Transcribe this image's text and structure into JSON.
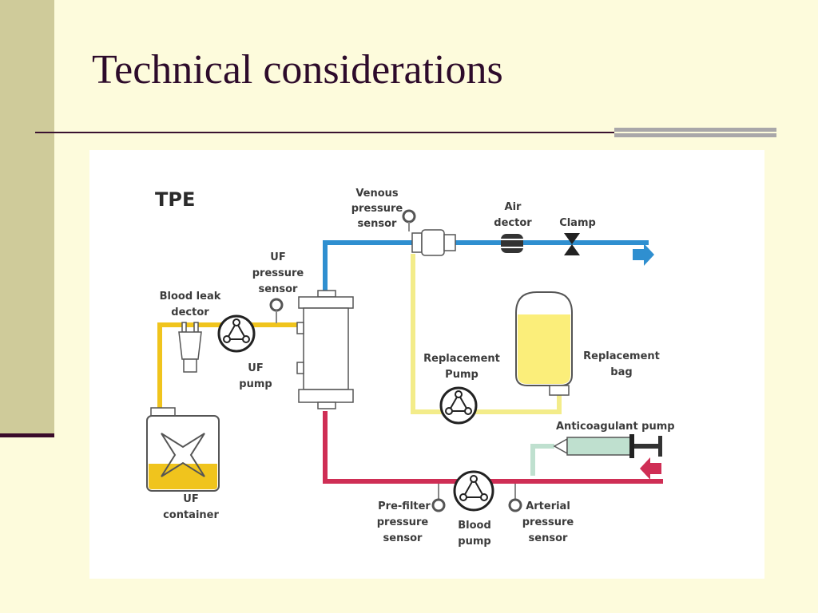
{
  "slide": {
    "title": "Technical considerations"
  },
  "diagram": {
    "heading": "TPE",
    "labels": {
      "venous_1": "Venous",
      "venous_2": "pressure",
      "venous_3": "sensor",
      "air_1": "Air",
      "air_2": "dector",
      "clamp": "Clamp",
      "ufps_1": "UF",
      "ufps_2": "pressure",
      "ufps_3": "sensor",
      "bld_1": "Blood leak",
      "bld_2": "dector",
      "ufpump_1": "UF",
      "ufpump_2": "pump",
      "rp_1": "Replacement",
      "rp_2": "Pump",
      "rb_1": "Replacement",
      "rb_2": "bag",
      "anticoag": "Anticoagulant pump",
      "ufc_1": "UF",
      "ufc_2": "container",
      "pre_1": "Pre-filter",
      "pre_2": "pressure",
      "pre_3": "sensor",
      "bp_1": "Blood",
      "bp_2": "pump",
      "art_1": "Arterial",
      "art_2": "pressure",
      "art_3": "sensor"
    },
    "colors": {
      "venous_line": "#2f8fd0",
      "arterial_line": "#cf2e55",
      "uf_line": "#f0c41d",
      "replacement_line": "#f3ec8a",
      "anticoag_line": "#bfe0cf"
    }
  }
}
